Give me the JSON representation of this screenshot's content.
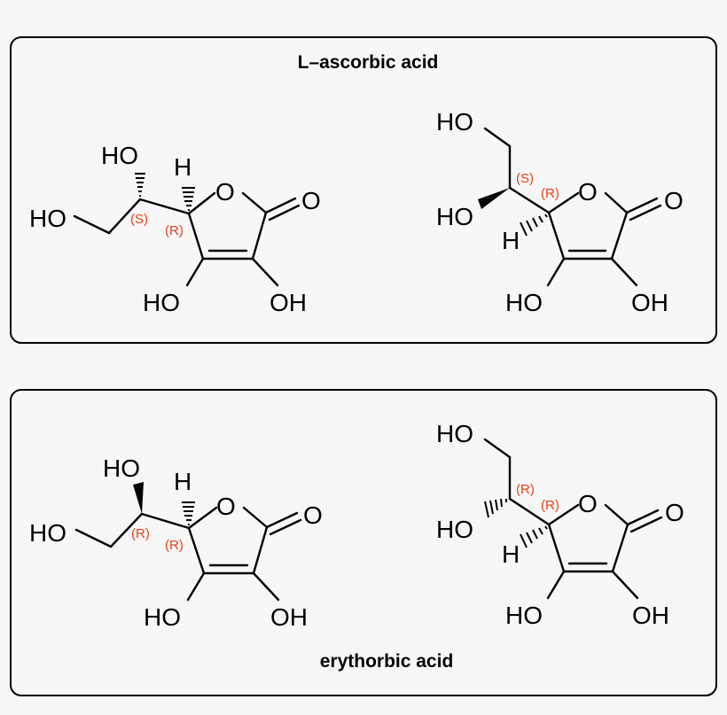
{
  "panels": [
    {
      "caption": "L–ascorbic acid",
      "molecules": [
        {
          "atoms": {
            "ho_top": "HO",
            "h_top": "H",
            "o_ring": "O",
            "o_carbonyl": "O",
            "ho_left": "HO",
            "ho_bottom": "HO",
            "oh_bottom": "OH"
          },
          "stereo": {
            "c1": "(S)",
            "c2": "(R)"
          }
        },
        {
          "atoms": {
            "ho_top": "HO",
            "ho_mid": "HO",
            "h_low": "H",
            "o_ring": "O",
            "o_carbonyl": "O",
            "ho_bottom": "HO",
            "oh_bottom": "OH"
          },
          "stereo": {
            "c1": "(S)",
            "c2": "(R)"
          }
        }
      ]
    },
    {
      "caption": "erythorbic acid",
      "molecules": [
        {
          "atoms": {
            "ho_top": "HO",
            "h_top": "H",
            "o_ring": "O",
            "o_carbonyl": "O",
            "ho_left": "HO",
            "ho_bottom": "HO",
            "oh_bottom": "OH"
          },
          "stereo": {
            "c1": "(R)",
            "c2": "(R)"
          }
        },
        {
          "atoms": {
            "ho_top": "HO",
            "ho_mid": "HO",
            "h_low": "H",
            "o_ring": "O",
            "o_carbonyl": "O",
            "ho_bottom": "HO",
            "oh_bottom": "OH"
          },
          "stereo": {
            "c1": "(R)",
            "c2": "(R)"
          }
        }
      ]
    }
  ]
}
